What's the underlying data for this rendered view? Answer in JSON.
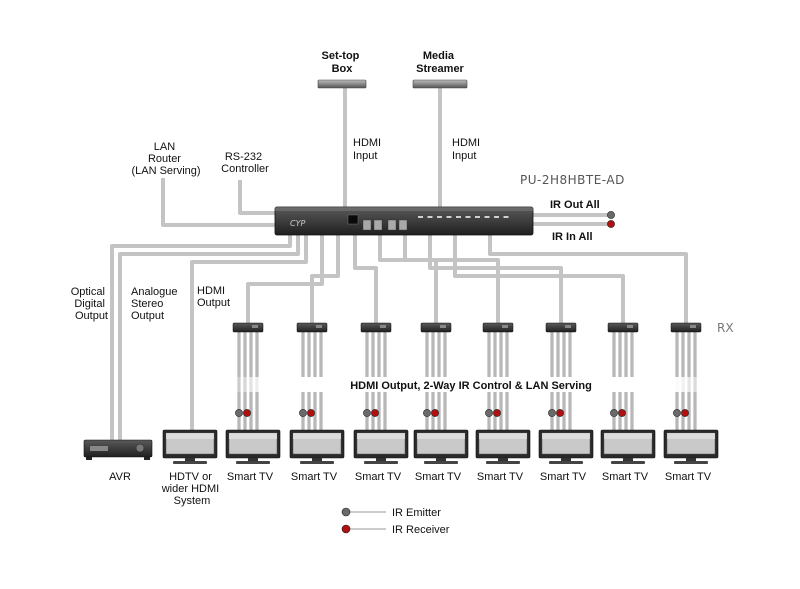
{
  "sources": {
    "settop": [
      "Set-top",
      "Box"
    ],
    "media": [
      "Media",
      "Streamer"
    ],
    "hdmi_input": [
      "HDMI",
      "Input"
    ]
  },
  "left_devices": {
    "lan": [
      "LAN",
      "Router",
      "(LAN Serving)"
    ],
    "rs232": [
      "RS-232",
      "Controller"
    ]
  },
  "model": "PU-2H8HBTE-AD",
  "ir_out_all": "IR Out All",
  "ir_in_all": "IR In All",
  "outputs": {
    "optical": [
      "Optical",
      "Digital",
      "Output"
    ],
    "analogue": [
      "Analogue",
      "Stereo",
      "Output"
    ],
    "hdmi": [
      "HDMI",
      "Output"
    ]
  },
  "rx_label": "RX",
  "banner": "HDMI Output, 2-Way IR Control & LAN Serving",
  "avr": "AVR",
  "hdtv": [
    "HDTV or",
    "wider HDMI",
    "System"
  ],
  "smart_tv": [
    "Smart TV",
    "Smart TV",
    "Smart TV",
    "Smart TV",
    "Smart TV",
    "Smart TV",
    "Smart TV",
    "Smart TV"
  ],
  "legend": {
    "emitter": "IR Emitter",
    "receiver": "IR Receiver"
  },
  "colors": {
    "cable": "#c4c4c4",
    "device": "#2f2f2f",
    "ir_emitter": "#6a6a6a",
    "ir_receiver": "#b01010"
  }
}
